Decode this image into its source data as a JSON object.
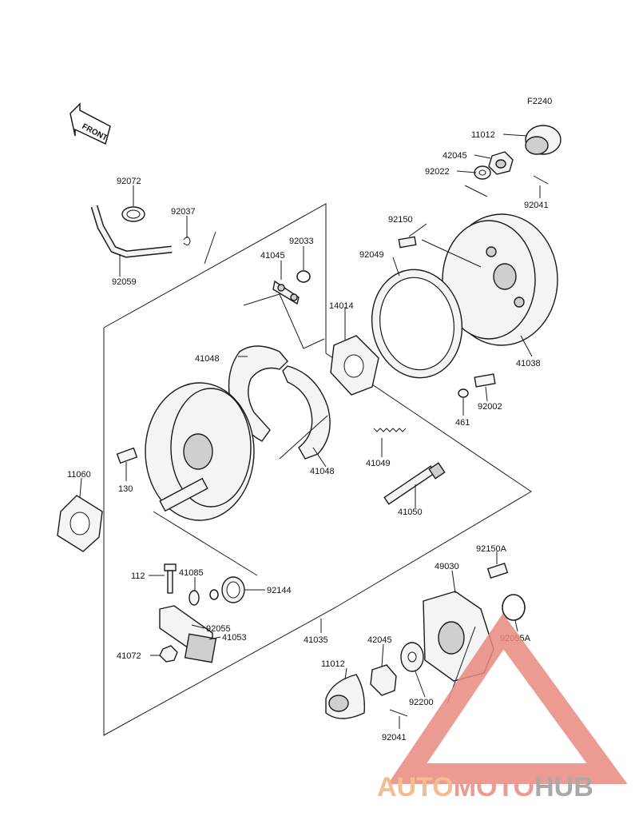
{
  "figure_code": "F2240",
  "front_arrow_text": "FRONT",
  "watermark": {
    "part1": "AUTO",
    "part2": "MOTO",
    "part3": "HUB",
    "color_primary": "#f2b27a",
    "color_secondary": "#e98a80",
    "color_tertiary": "#9b9b9b"
  },
  "parts": {
    "p_11012_top": "11012",
    "p_42045_top": "42045",
    "p_92022": "92022",
    "p_92041_top": "92041",
    "p_92150": "92150",
    "p_92049": "92049",
    "p_14014": "14014",
    "p_41038": "41038",
    "p_461": "461",
    "p_92002": "92002",
    "p_92072": "92072",
    "p_92037": "92037",
    "p_92059": "92059",
    "p_92033": "92033",
    "p_41045": "41045",
    "p_41048_a": "41048",
    "p_41048_b": "41048",
    "p_41049": "41049",
    "p_41050": "41050",
    "p_11060": "11060",
    "p_130": "130",
    "p_112": "112",
    "p_41085": "41085",
    "p_92144": "92144",
    "p_92055": "92055",
    "p_41053": "41053",
    "p_41072": "41072",
    "p_41035": "41035",
    "p_92150A": "92150A",
    "p_49030": "49030",
    "p_92055A": "92055A",
    "p_42045_bot": "42045",
    "p_11012_bot": "11012",
    "p_92200": "92200",
    "p_92041_bot": "92041"
  }
}
